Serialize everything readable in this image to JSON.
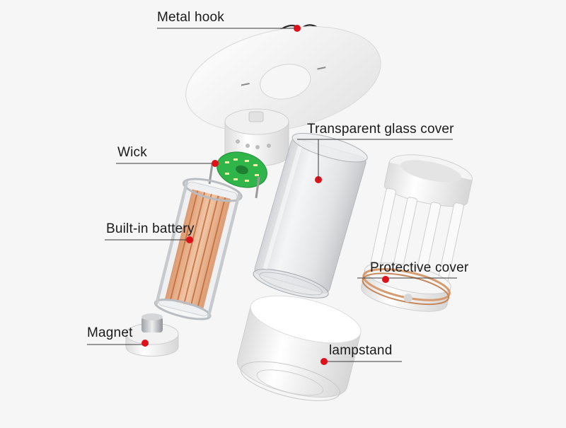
{
  "diagram": {
    "callouts": [
      {
        "id": "metal-hook",
        "label": "Metal hook"
      },
      {
        "id": "wick",
        "label": "Wick"
      },
      {
        "id": "glass-cover",
        "label": "Transparent glass cover"
      },
      {
        "id": "battery",
        "label": "Built-in battery"
      },
      {
        "id": "protective-cover",
        "label": "Protective cover"
      },
      {
        "id": "magnet",
        "label": "Magnet"
      },
      {
        "id": "lampstand",
        "label": "lampstand"
      }
    ],
    "colors": {
      "background": "#f6f6f6",
      "leader_line": "#3a3a3a",
      "marker_dot": "#e0101a",
      "pcb_green": "#2fb54a",
      "battery_copper": "#e6a57a",
      "body_white": "#ffffff"
    }
  }
}
